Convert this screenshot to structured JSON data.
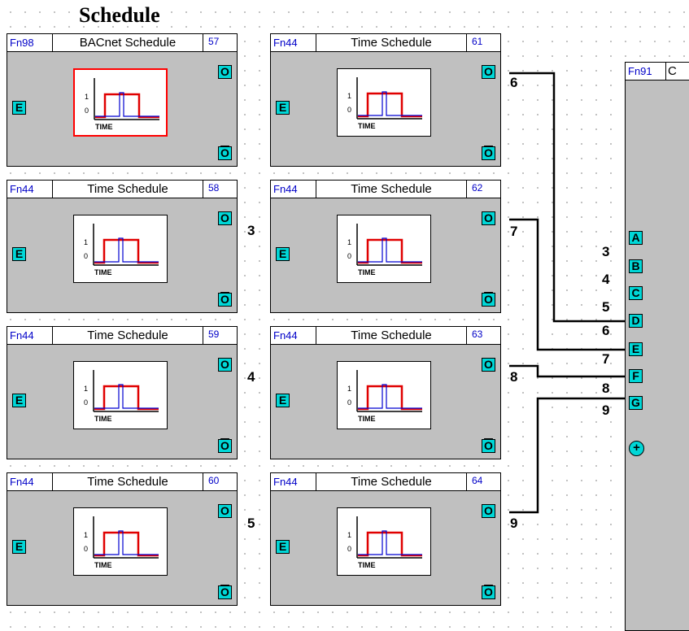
{
  "page": {
    "title": "Schedule"
  },
  "icon_chart": {
    "y_high": "1",
    "y_low": "0",
    "x_label": "TIME",
    "colors": {
      "red": "#e00000",
      "blue": "#0000d0"
    }
  },
  "blocks": [
    {
      "fn": "Fn98",
      "title": "BACnet Schedule",
      "id": "57",
      "out_wire": "",
      "selected": true
    },
    {
      "fn": "Fn44",
      "title": "Time Schedule",
      "id": "58",
      "out_wire": "3"
    },
    {
      "fn": "Fn44",
      "title": "Time Schedule",
      "id": "59",
      "out_wire": "4"
    },
    {
      "fn": "Fn44",
      "title": "Time Schedule",
      "id": "60",
      "out_wire": "5"
    },
    {
      "fn": "Fn44",
      "title": "Time Schedule",
      "id": "61",
      "out_wire": "6"
    },
    {
      "fn": "Fn44",
      "title": "Time Schedule",
      "id": "62",
      "out_wire": "7"
    },
    {
      "fn": "Fn44",
      "title": "Time Schedule",
      "id": "63",
      "out_wire": "8"
    },
    {
      "fn": "Fn44",
      "title": "Time Schedule",
      "id": "64",
      "out_wire": "9"
    }
  ],
  "pins": {
    "enable": "E",
    "out": "O",
    "out_inv": "O"
  },
  "fn91": {
    "fn": "Fn91",
    "title": "C",
    "inputs": [
      {
        "pin": "A",
        "wire": "3"
      },
      {
        "pin": "B",
        "wire": "4"
      },
      {
        "pin": "C",
        "wire": "5"
      },
      {
        "pin": "D",
        "wire": "6"
      },
      {
        "pin": "E",
        "wire": "7"
      },
      {
        "pin": "F",
        "wire": "8"
      },
      {
        "pin": "G",
        "wire": "9"
      }
    ],
    "add_pin": "+"
  },
  "colors": {
    "block_bg": "#c0c0c0",
    "pin_bg": "#00d7d7",
    "fn_text": "#0000c8",
    "selected_border": "#ff0000"
  }
}
